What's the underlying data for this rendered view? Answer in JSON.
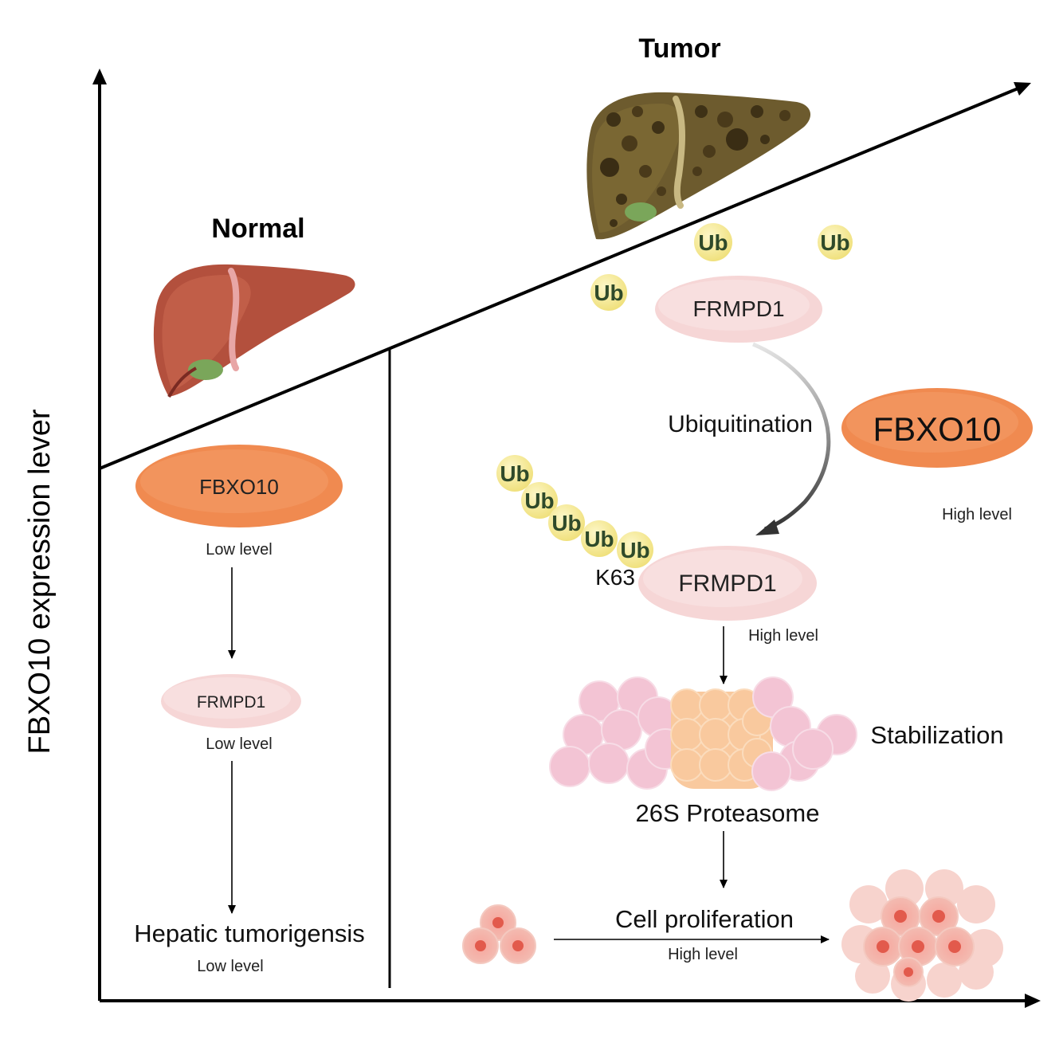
{
  "axes": {
    "y_label": "FBXO10 expression lever"
  },
  "normal": {
    "title": "Normal",
    "fbxo10": "FBXO10",
    "fbxo10_level": "Low level",
    "frmpd1": "FRMPD1",
    "frmpd1_level": "Low level",
    "outcome": "Hepatic tumorigensis",
    "outcome_level": "Low level"
  },
  "tumor": {
    "title": "Tumor",
    "ub": "Ub",
    "frmpd1_top": "FRMPD1",
    "ubiquitination": "Ubiquitination",
    "fbxo10": "FBXO10",
    "fbxo10_level": "High level",
    "k63": "K63",
    "frmpd1_bottom": "FRMPD1",
    "frmpd1_level": "High level",
    "stabilization": "Stabilization",
    "proteasome": "26S Proteasome",
    "cell_proliferation": "Cell proliferation",
    "proliferation_level": "High level"
  },
  "colors": {
    "fbxo10": "#f08a50",
    "frmpd1": "#f6d6d6",
    "ub": "#f9eea0",
    "ub_text": "#2f4a2a",
    "proteasome_pink": "#f3c4d4",
    "proteasome_orange": "#f9c99e"
  }
}
